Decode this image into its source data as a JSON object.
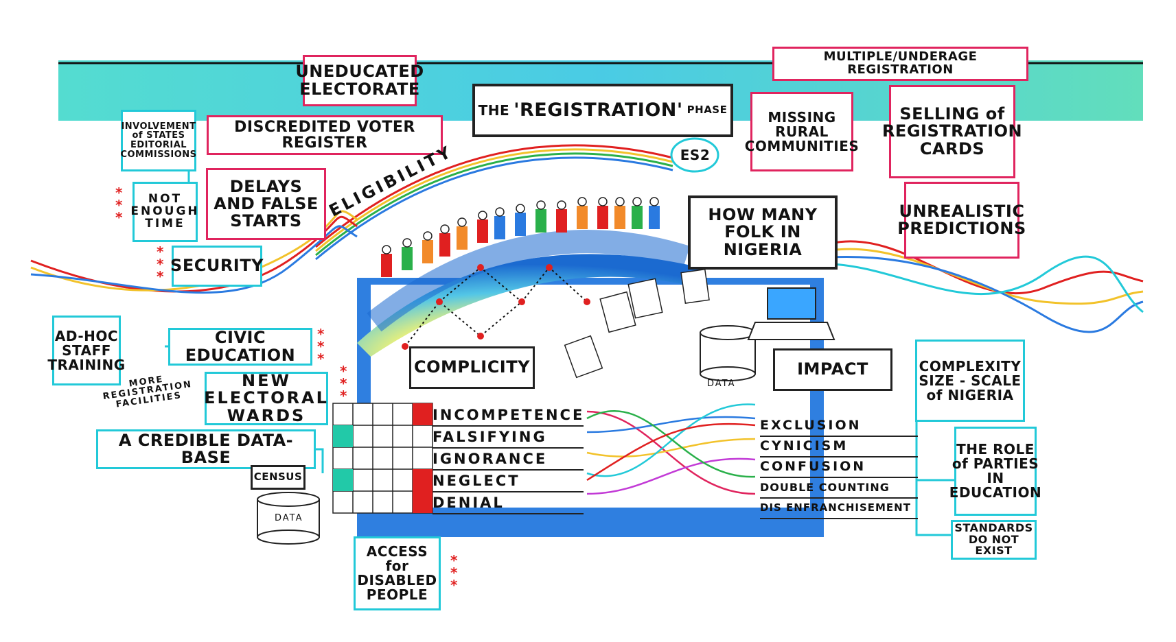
{
  "header": {
    "title_part1": "THE",
    "title_word": "'REGISTRATION'",
    "title_part2": "PHASE",
    "code": "ES2"
  },
  "top_labels": {
    "uneducated": "UNEDUCATED ELECTORATE",
    "discredited": "DISCREDITED VOTER REGISTER",
    "involvement": "INVOLVEMENT of STATES EDITORIAL COMMISSIONS",
    "multiple": "MULTIPLE/UNDERAGE REGISTRATION",
    "missing": "MISSING RURAL COMMUNITIES",
    "selling": "SELLING of REGISTRATION CARDS",
    "unrealistic": "UNREALISTIC PREDICTIONS",
    "how_many": "HOW MANY FOLK IN NIGERIA"
  },
  "left_labels": {
    "not_enough": "NOT ENOUGH TIME",
    "delays": "DELAYS AND FALSE STARTS",
    "security": "SECURITY",
    "eligibility": "ELIGIBILITY",
    "adhoc": "AD-HOC STAFF TRAINING",
    "civic": "CIVIC EDUCATION",
    "more_reg": "MORE REGISTRATION FACILITIES",
    "new_wards": "NEW ELECTORAL WARDS",
    "database": "A CREDIBLE DATA-BASE",
    "census": "CENSUS",
    "data": "DATA"
  },
  "center_labels": {
    "complicity": "COMPLICITY",
    "impact": "IMPACT",
    "data": "DATA",
    "access": "ACCESS for DISABLED PEOPLE"
  },
  "causes": [
    "INCOMPETENCE",
    "FALSIFYING",
    "IGNORANCE",
    "NEGLECT",
    "DENIAL"
  ],
  "impacts": [
    "EXCLUSION",
    "CYNICISM",
    "CONFUSION",
    "DOUBLE COUNTING",
    "DIS ENFRANCHISEMENT"
  ],
  "right_labels": {
    "complexity": "COMPLEXITY SIZE - SCALE of NIGERIA",
    "role": "THE ROLE of PARTIES IN EDUCATION",
    "standards": "STANDARDS DO NOT EXIST"
  },
  "colors": {
    "accent_red": "#e0245e",
    "accent_cyan": "#22c9d8",
    "sea_green": "#2ad6b4",
    "globe_blue": "#1f6fd6"
  }
}
